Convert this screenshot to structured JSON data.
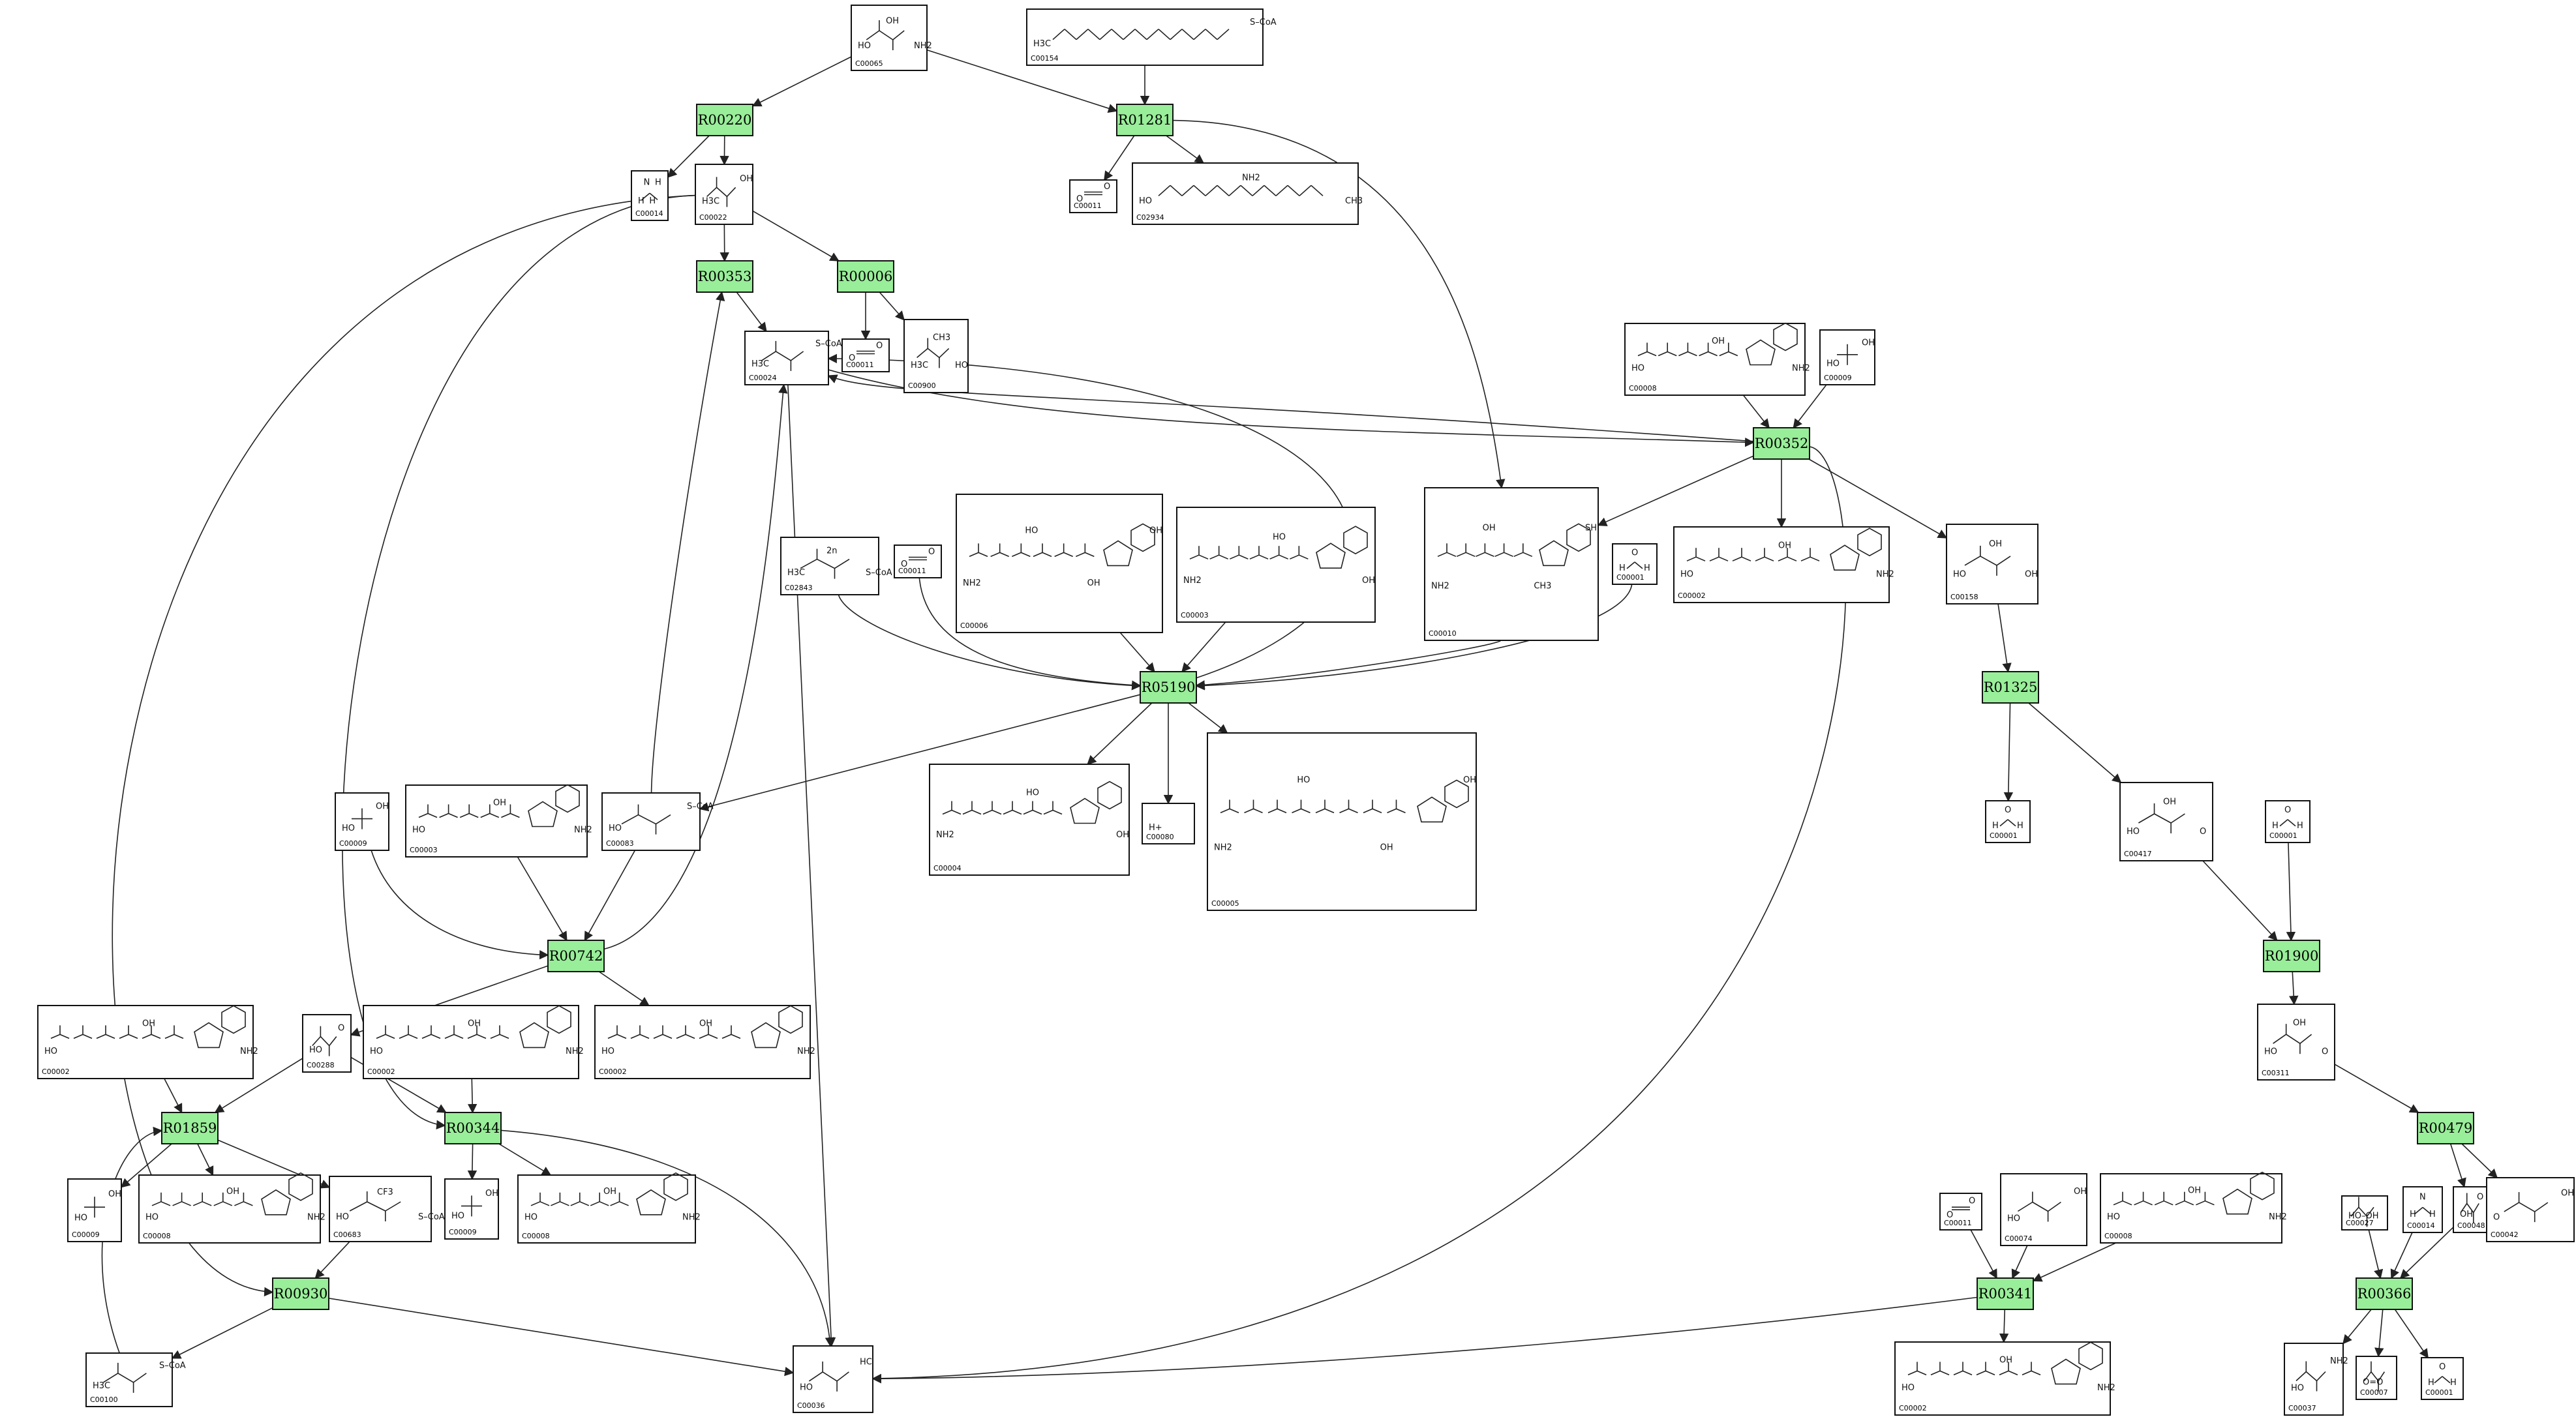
{
  "diagram": {
    "reactions": [
      {
        "id": "R00220"
      },
      {
        "id": "R01281"
      },
      {
        "id": "R00353"
      },
      {
        "id": "R00006"
      },
      {
        "id": "R00352"
      },
      {
        "id": "R05190"
      },
      {
        "id": "R01325"
      },
      {
        "id": "R00742"
      },
      {
        "id": "R01900"
      },
      {
        "id": "R01859"
      },
      {
        "id": "R00344"
      },
      {
        "id": "R00479"
      },
      {
        "id": "R00930"
      },
      {
        "id": "R00341"
      },
      {
        "id": "R00366"
      }
    ],
    "compounds": [
      {
        "id": "C00065",
        "label": "C00065",
        "atoms": [
          "HO",
          "OH",
          "NH2"
        ]
      },
      {
        "id": "C00154",
        "label": "C00154",
        "atoms": [
          "H3C",
          "S–CoA"
        ]
      },
      {
        "id": "C00014a",
        "label": "C00014",
        "atoms": [
          "H",
          "N",
          "H",
          "H"
        ]
      },
      {
        "id": "C00022",
        "label": "C00022",
        "atoms": [
          "H3C",
          "OH"
        ]
      },
      {
        "id": "C00011a",
        "label": "C00011",
        "atoms": [
          "O",
          "O"
        ]
      },
      {
        "id": "C02934",
        "label": "C02934",
        "atoms": [
          "HO",
          "NH2",
          "CH3"
        ]
      },
      {
        "id": "C00024",
        "label": "C00024",
        "atoms": [
          "H3C",
          "S–CoA"
        ]
      },
      {
        "id": "C00011b",
        "label": "C00011",
        "atoms": [
          "O",
          "O"
        ]
      },
      {
        "id": "C00900",
        "label": "C00900",
        "atoms": [
          "H3C",
          "CH3",
          "HO"
        ]
      },
      {
        "id": "C00008",
        "label": "C00008",
        "atoms": [
          "HO",
          "OH",
          "NH2"
        ]
      },
      {
        "id": "C00009a",
        "label": "C00009",
        "atoms": [
          "HO",
          "OH"
        ]
      },
      {
        "id": "C02843",
        "label": "C02843",
        "atoms": [
          "H3C",
          "2n",
          "S–CoA"
        ]
      },
      {
        "id": "C00011c",
        "label": "C00011",
        "atoms": [
          "O",
          "O"
        ]
      },
      {
        "id": "C00006",
        "label": "C00006",
        "atoms": [
          "NH2",
          "HO",
          "OH",
          "OH"
        ]
      },
      {
        "id": "C00003a",
        "label": "C00003",
        "atoms": [
          "NH2",
          "HO",
          "OH"
        ]
      },
      {
        "id": "C00010",
        "label": "C00010",
        "atoms": [
          "NH2",
          "OH",
          "CH3",
          "SH"
        ]
      },
      {
        "id": "C00001a",
        "label": "C00001",
        "atoms": [
          "H",
          "O",
          "H"
        ]
      },
      {
        "id": "C00002a",
        "label": "C00002",
        "atoms": [
          "HO",
          "OH",
          "NH2"
        ]
      },
      {
        "id": "C00158",
        "label": "C00158",
        "atoms": [
          "HO",
          "OH",
          "OH"
        ]
      },
      {
        "id": "C00009b",
        "label": "C00009",
        "atoms": [
          "HO",
          "OH"
        ]
      },
      {
        "id": "C00003b",
        "label": "C00003",
        "atoms": [
          "HO",
          "OH",
          "NH2"
        ]
      },
      {
        "id": "C00083",
        "label": "C00083",
        "atoms": [
          "HO",
          "S–CoA"
        ]
      },
      {
        "id": "C00004",
        "label": "C00004",
        "atoms": [
          "NH2",
          "HO",
          "OH"
        ]
      },
      {
        "id": "C00080",
        "label": "C00080",
        "atoms": [
          "H+"
        ]
      },
      {
        "id": "C00005",
        "label": "C00005",
        "atoms": [
          "NH2",
          "HO",
          "OH",
          "OH"
        ]
      },
      {
        "id": "C00001b",
        "label": "C00001",
        "atoms": [
          "H",
          "O",
          "H"
        ]
      },
      {
        "id": "C00417",
        "label": "C00417",
        "atoms": [
          "HO",
          "OH",
          "O"
        ]
      },
      {
        "id": "C00001c",
        "label": "C00001",
        "atoms": [
          "H",
          "O",
          "H"
        ]
      },
      {
        "id": "C00002b",
        "label": "C00002",
        "atoms": [
          "HO",
          "OH",
          "NH2"
        ]
      },
      {
        "id": "C00288",
        "label": "C00288",
        "atoms": [
          "HO",
          "O"
        ]
      },
      {
        "id": "C00002c",
        "label": "C00002",
        "atoms": [
          "HO",
          "OH",
          "NH2"
        ]
      },
      {
        "id": "C00002d",
        "label": "C00002",
        "atoms": [
          "HO",
          "OH",
          "NH2"
        ]
      },
      {
        "id": "C00311",
        "label": "C00311",
        "atoms": [
          "HO",
          "OH",
          "O"
        ]
      },
      {
        "id": "C00009c",
        "label": "C00009",
        "atoms": [
          "HO",
          "OH"
        ]
      },
      {
        "id": "C00008b",
        "label": "C00008",
        "atoms": [
          "HO",
          "OH",
          "NH2"
        ]
      },
      {
        "id": "C00683",
        "label": "C00683",
        "atoms": [
          "HO",
          "CF3",
          "S–CoA"
        ]
      },
      {
        "id": "C00009d",
        "label": "C00009",
        "atoms": [
          "HO",
          "OH"
        ]
      },
      {
        "id": "C00008c",
        "label": "C00008",
        "atoms": [
          "HO",
          "OH",
          "NH2"
        ]
      },
      {
        "id": "C00011d",
        "label": "C00011",
        "atoms": [
          "O",
          "O"
        ]
      },
      {
        "id": "C00074",
        "label": "C00074",
        "atoms": [
          "HO",
          "OH"
        ]
      },
      {
        "id": "C00008d",
        "label": "C00008",
        "atoms": [
          "HO",
          "OH",
          "NH2"
        ]
      },
      {
        "id": "C00027",
        "label": "C00027",
        "atoms": [
          "HO–OH"
        ]
      },
      {
        "id": "C00014b",
        "label": "C00014",
        "atoms": [
          "H",
          "N",
          "H"
        ]
      },
      {
        "id": "C00048",
        "label": "C00048",
        "atoms": [
          "OH",
          "O"
        ]
      },
      {
        "id": "C00042",
        "label": "C00042",
        "atoms": [
          "O",
          "OH"
        ]
      },
      {
        "id": "C00100",
        "label": "C00100",
        "atoms": [
          "H3C",
          "S–CoA"
        ]
      },
      {
        "id": "C00036",
        "label": "C00036",
        "atoms": [
          "HO",
          "HC"
        ]
      },
      {
        "id": "C00002e",
        "label": "C00002",
        "atoms": [
          "HO",
          "OH",
          "NH2"
        ]
      },
      {
        "id": "C00037",
        "label": "C00037",
        "atoms": [
          "HO",
          "NH2"
        ]
      },
      {
        "id": "C00007",
        "label": "C00007",
        "atoms": [
          "O=O"
        ]
      },
      {
        "id": "C00001d",
        "label": "C00001",
        "atoms": [
          "H",
          "O",
          "H"
        ]
      }
    ]
  }
}
